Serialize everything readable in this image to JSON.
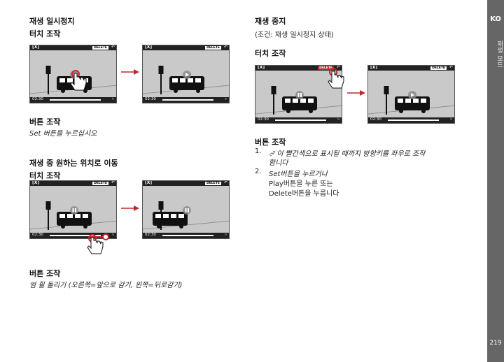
{
  "left": {
    "s1_title": "재생 일시정지",
    "s1_touch": "터치 조작",
    "s1_btn": "버튼 조작",
    "s1_btn_text": "Set 버튼을 누르십시오",
    "s2_title": "재생 중 원하는 위치로 이동",
    "s2_touch": "터치 조작",
    "s2_btn": "버튼 조작",
    "s2_btn_text": "썸 휠 돌리기 (오른쪽=앞으로 감기, 왼쪽=뒤로감기)"
  },
  "right": {
    "title": "재생 중지",
    "condition": "(조건: 재생 일시정지 상태)",
    "touch": "터치 조작",
    "btn": "버튼 조작",
    "step1_num": "1.",
    "step1_text": "이 빨간색으로 표시될 때까지 방향키를 좌우로 조작",
    "step1_text2": "합니다",
    "step2_num": "2.",
    "step2_text": "Set버튼을 누르거나",
    "step2_line2": "Play버튼을 누른 또는",
    "step2_line3": "Delete버튼을 누릅니다"
  },
  "screen": {
    "close": "[X]",
    "delete": "DELETE",
    "time": "02:30"
  },
  "sidebar": {
    "lang": "KO",
    "section": "재생 모드",
    "page": "219"
  },
  "colors": {
    "accent": "#c0282d",
    "sidebar": "#666666"
  }
}
